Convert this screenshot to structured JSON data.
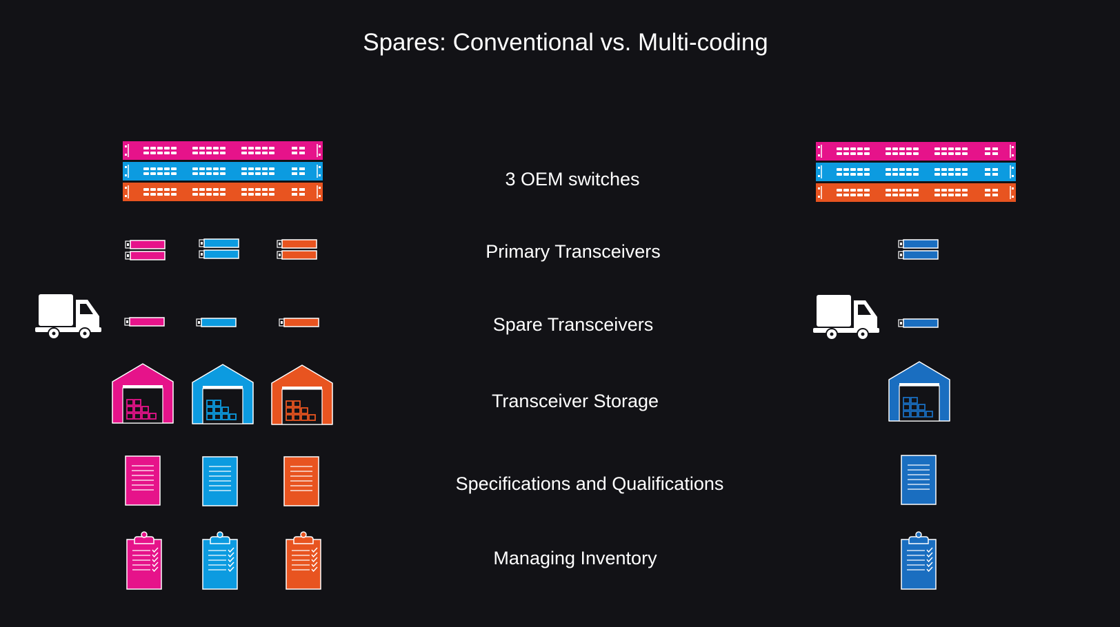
{
  "title": "Spares: Conventional vs. Multi-coding",
  "rows": [
    {
      "id": "switches",
      "label": "3 OEM switches",
      "icon": "switch-rack-icon"
    },
    {
      "id": "primary",
      "label": "Primary Transceivers",
      "icon": "transceiver-icon"
    },
    {
      "id": "spare",
      "label": "Spare Transceivers",
      "icon": "truck-icon"
    },
    {
      "id": "storage",
      "label": "Transceiver Storage",
      "icon": "warehouse-icon"
    },
    {
      "id": "specs",
      "label": "Specifications and Qualifications",
      "icon": "document-icon"
    },
    {
      "id": "inventory",
      "label": "Managing Inventory",
      "icon": "clipboard-checklist-icon"
    }
  ],
  "colors": {
    "background": "#121216",
    "brand_a": "#e6138a",
    "brand_b": "#0c9be0",
    "brand_c": "#e85420",
    "multi": "#1a6ec0",
    "icon_light": "#ffffff"
  }
}
